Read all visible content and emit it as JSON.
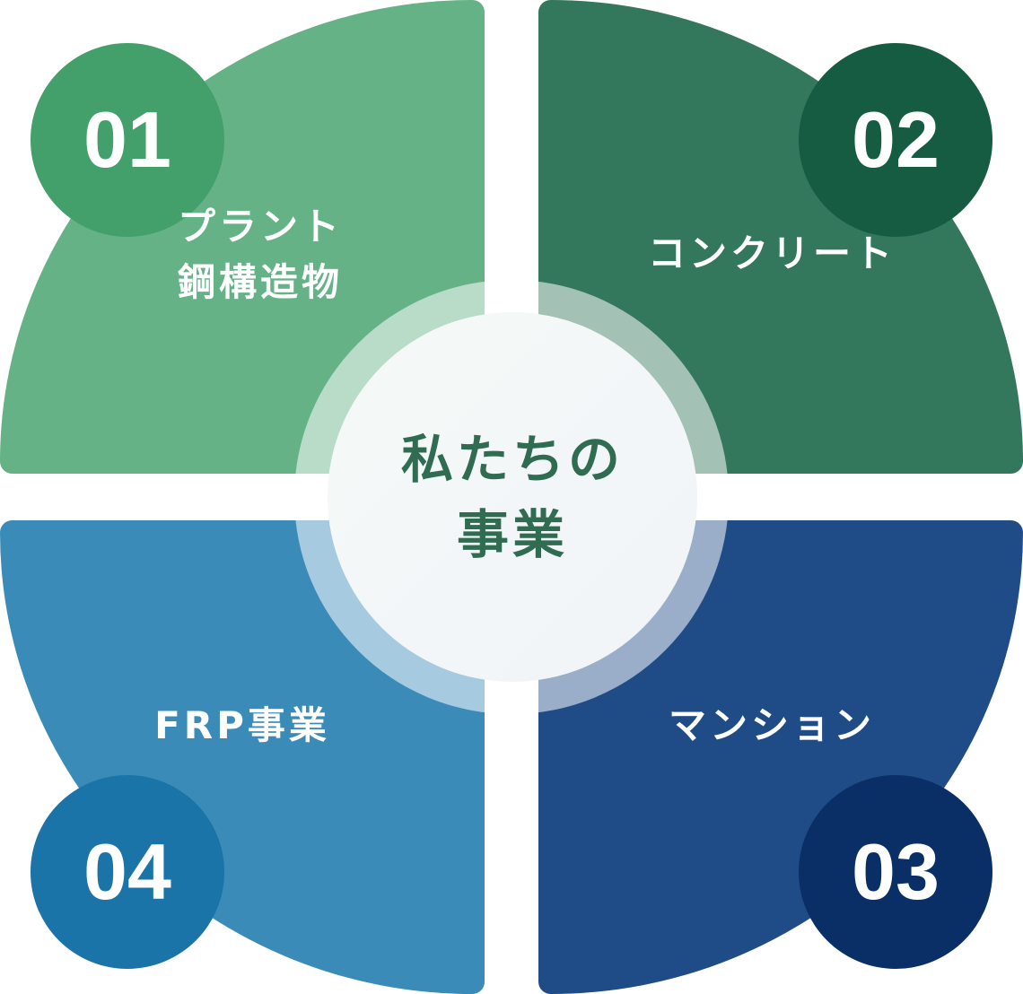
{
  "center_title_line1": "私たちの",
  "center_title_line2": "事業",
  "segments": [
    {
      "number": "01",
      "label": "プラント\n鋼構造物",
      "color": "#64b286",
      "badge_color": "#43a06a"
    },
    {
      "number": "02",
      "label": "コンクリート",
      "color": "#33775c",
      "badge_color": "#165c42"
    },
    {
      "number": "03",
      "label": "マンション",
      "color": "#1f4c87",
      "badge_color": "#092f66"
    },
    {
      "number": "04",
      "label": "FRP事業",
      "color": "#3a8bb8",
      "badge_color": "#1b74a8"
    }
  ]
}
